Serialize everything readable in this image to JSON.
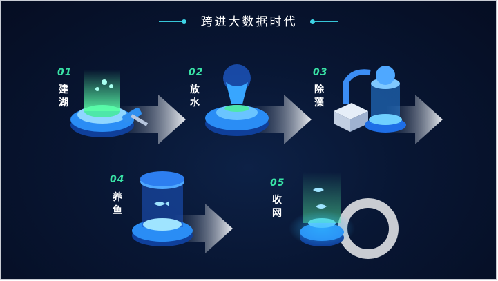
{
  "slide": {
    "title": "跨进大数据时代"
  },
  "steps": [
    {
      "num": "01",
      "label": "建湖"
    },
    {
      "num": "02",
      "label": "放水"
    },
    {
      "num": "03",
      "label": "除藻"
    },
    {
      "num": "04",
      "label": "养鱼"
    },
    {
      "num": "05",
      "label": "收网"
    }
  ],
  "colors": {
    "accent_green": "#39e3a6",
    "accent_cyan": "#3fd4e6",
    "platform_blue": "#1e7cf0",
    "background": "#081633"
  },
  "icons": [
    "arrow-right-icon",
    "lake-platform-icon",
    "water-flask-icon",
    "algae-machine-icon",
    "fish-tank-icon",
    "harvest-net-icon"
  ]
}
